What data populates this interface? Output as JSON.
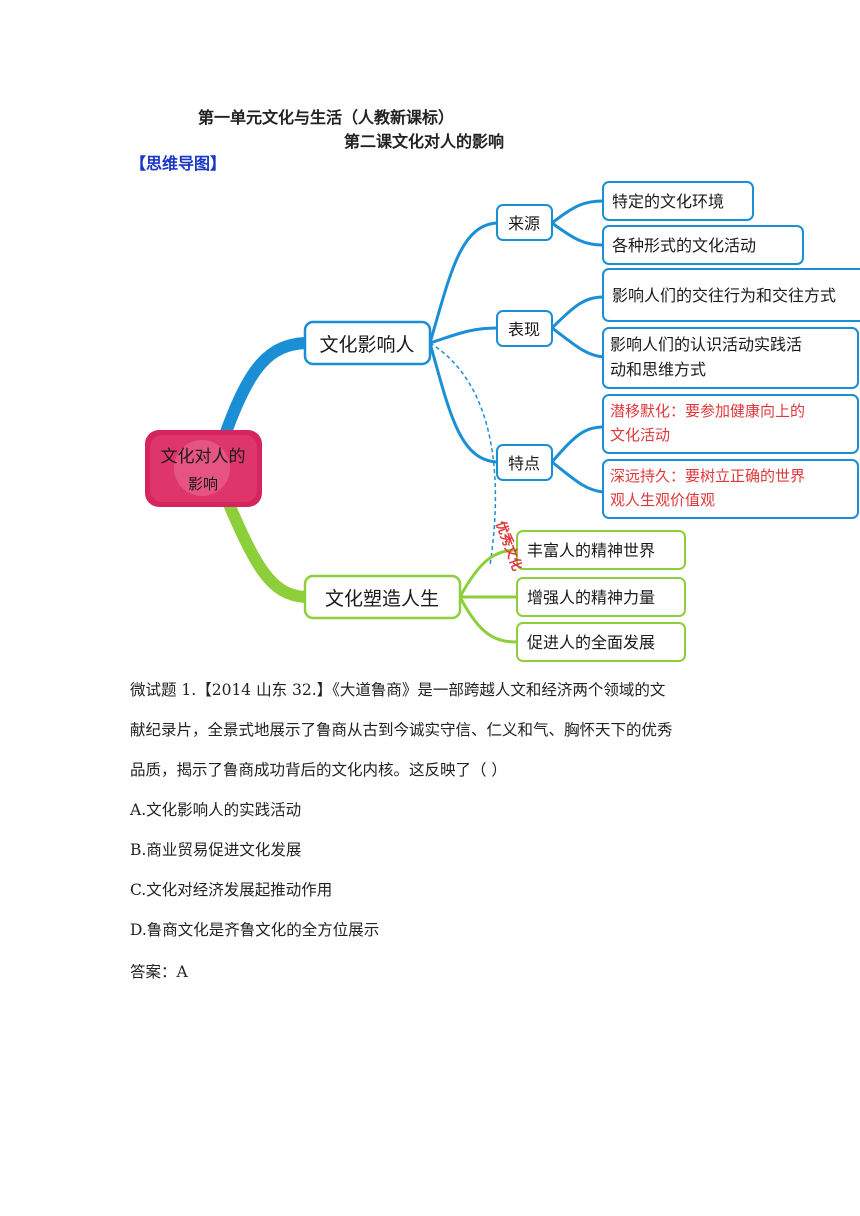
{
  "header": {
    "unit_title": "第一单元文化与生活（人教新课标）",
    "lesson_title": "第二课文化对人的影响",
    "section_label": "【思维导图】"
  },
  "mindmap": {
    "root": "文化对人的\n影响",
    "branch1": {
      "label": "文化影响人",
      "sub1": {
        "label": "来源",
        "leaves": [
          "特定的文化环境",
          "各种形式的文化活动"
        ]
      },
      "sub2": {
        "label": "表现",
        "leaves": [
          "影响人们的交往行为和交往方式",
          "影响人们的认识活动实践活\n动和思维方式"
        ]
      },
      "sub3": {
        "label": "特点",
        "leaves": [
          "潜移默化：要参加健康向上的\n文化活动",
          "深远持久：要树立正确的世界\n观人生观价值观"
        ]
      }
    },
    "branch2": {
      "label": "文化塑造人生",
      "leaves": [
        "丰富人的精神世界",
        "增强人的精神力量",
        "促进人的全面发展"
      ]
    },
    "connector_label": "优秀文化",
    "colors": {
      "blue": "#1b8fd6",
      "green": "#8dcf3a",
      "red_text": "#e0373a",
      "root_fill": "#d6245e"
    }
  },
  "question": {
    "line1": "微试题 1.【2014 山东 32.】《大道鲁商》是一部跨越人文和经济两个领域的文",
    "line2": "献纪录片，全景式地展示了鲁商从古到今诚实守信、仁义和气、胸怀天下的优秀",
    "line3": "品质，揭示了鲁商成功背后的文化内核。这反映了（  ）",
    "options": {
      "a": "A.文化影响人的实践活动",
      "b": "B.商业贸易促进文化发展",
      "c": "C.文化对经济发展起推动作用",
      "d": "D.鲁商文化是齐鲁文化的全方位展示"
    },
    "answer": "答案：A"
  }
}
